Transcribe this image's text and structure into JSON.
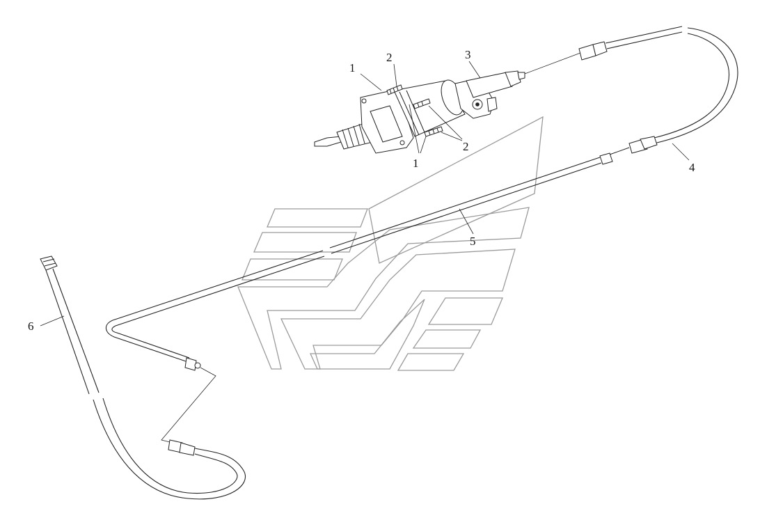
{
  "labels": {
    "bolt": "1",
    "bolt_lower": "1",
    "screw": "2",
    "screw_right": "2",
    "booster": "3",
    "hose": "4",
    "tube": "5",
    "hose_long": "6"
  },
  "colors": {
    "ink": "#222222",
    "watermark": "#9a9a9a",
    "background": "#ffffff"
  },
  "icons": {
    "watermark": "brand-logo-watermark"
  }
}
